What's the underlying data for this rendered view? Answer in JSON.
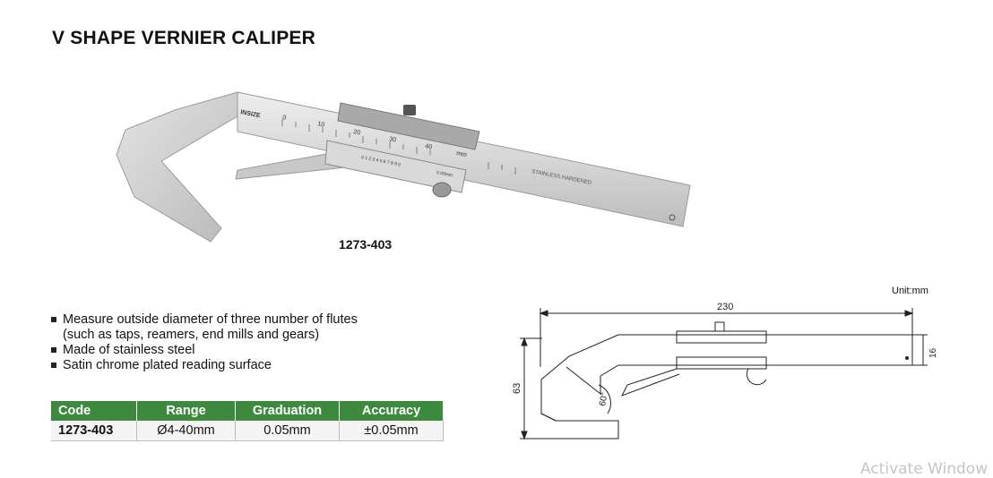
{
  "title": "V SHAPE VERNIER CALIPER",
  "product_image": {
    "brand_logo": "INSIZE",
    "scale_labels": [
      "0",
      "10",
      "20",
      "30",
      "40",
      "mm"
    ],
    "vernier_labels": "0 1 2 3 4 5 6 7 8 9 0",
    "vernier_resolution": "0.05mm",
    "engraving": "STAINLESS  HARDENED",
    "model_label": "1273-403"
  },
  "features": [
    "Measure outside diameter of three number of flutes",
    "(such as taps, reamers, end mills and gears)",
    "Made of stainless steel",
    "Satin chrome plated reading surface"
  ],
  "spec_table": {
    "headers": [
      "Code",
      "Range",
      "Graduation",
      "Accuracy"
    ],
    "rows": [
      [
        "1273-403",
        "Ø4-40mm",
        "0.05mm",
        "±0.05mm"
      ]
    ],
    "header_color": "#3d8a3f"
  },
  "drawing": {
    "unit": "Unit:mm",
    "length": "230",
    "height": "63",
    "beam_width": "16",
    "angle": "60°"
  },
  "watermark": "Activate Window"
}
